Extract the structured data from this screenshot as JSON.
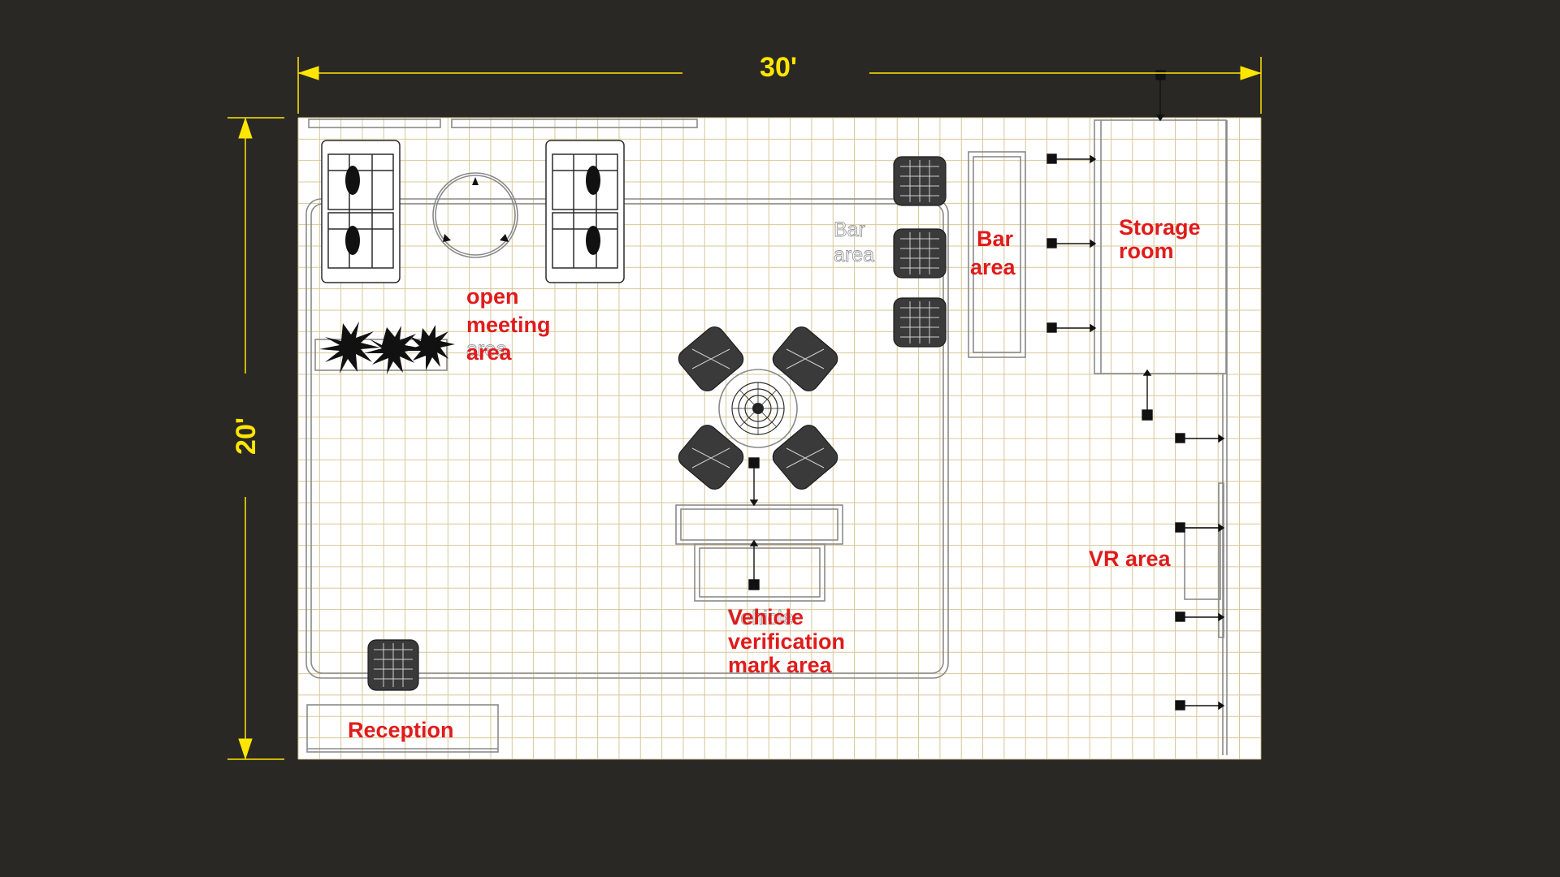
{
  "dimensions": {
    "width_label": "30'",
    "height_label": "20'"
  },
  "areas": {
    "open_meeting": [
      "open",
      "meeting",
      "area"
    ],
    "open_meeting_ghost": "area",
    "bar_ghost": [
      "Bar",
      "area"
    ],
    "bar": [
      "Bar",
      "area"
    ],
    "storage": [
      "Storage",
      "room"
    ],
    "vr": "VR area",
    "vehicle": [
      "Vehicle",
      "verification",
      "mark area"
    ],
    "vehicle_ghost": "Vehicle",
    "reception": "Reception"
  },
  "colors": {
    "background": "#2a2824",
    "floor": "#ffffff",
    "grid": "#d8c79a",
    "dimension": "#ffe600",
    "label": "#e01b1b"
  }
}
